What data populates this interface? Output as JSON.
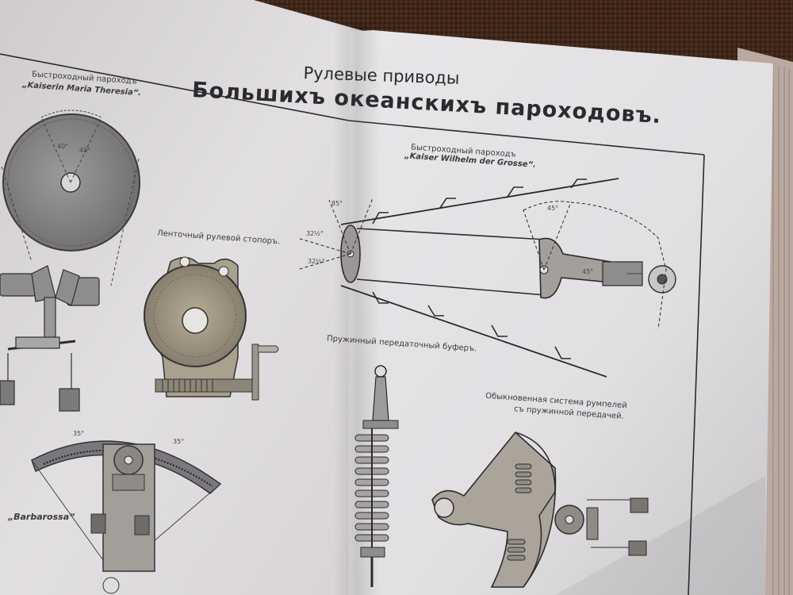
{
  "page": {
    "title_line1": "Рулевые приводы",
    "title_line2": "Большихъ океанскихъ пароходовъ."
  },
  "left_page": {
    "kaiserin_caption": "Быстроходный пароходъ",
    "kaiserin_name": "„Kaiserin Maria Theresia“.",
    "kaiserin_angle_left": "40°",
    "kaiserin_angle_right": "40°",
    "band_stopper_caption": "Ленточный рулевой стопоръ.",
    "barbarossa_name": "„Barbarossa“",
    "barbarossa_angle_left": "35°",
    "barbarossa_angle_right": "35°"
  },
  "right_page": {
    "wilhelm_caption": "Быстроходный пароходъ",
    "wilhelm_name": "„Kaiser Wilhelm der Grosse“.",
    "angle_top": "85°",
    "angle_upper": "32½°",
    "angle_lower": "32½°",
    "angle_right_top": "45°",
    "angle_right_mid": "45°",
    "spring_buffer_caption": "Пружинный передаточный буферъ.",
    "ordinary_caption_line1": "Обыкновенная система румпелей",
    "ordinary_caption_line2": "съ пружинной передачей."
  },
  "colors": {
    "paper_light": "#eceaec",
    "paper_shadow": "#b9b5bb",
    "ink": "#2b2a2e",
    "background_cloth": "#3a2418"
  }
}
